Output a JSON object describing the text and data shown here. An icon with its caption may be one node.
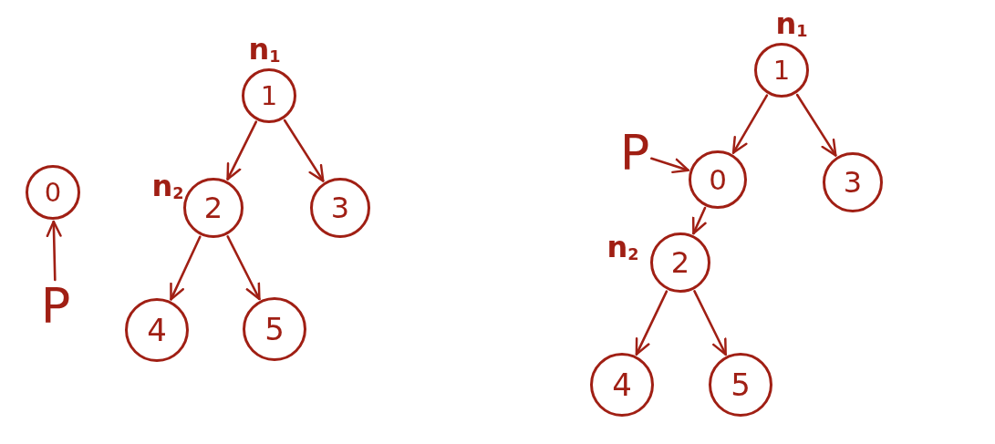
{
  "diagram": {
    "nodes": [
      {
        "text": [
          "0"
        ]
      },
      {
        "text": [
          "P"
        ]
      },
      {
        "text": [
          "1"
        ],
        "beside": [
          "n$_{1}$"
        ]
      },
      {
        "text": [
          "2"
        ],
        "beside": [
          "n$_{2}$"
        ]
      },
      {
        "text": [
          "3"
        ]
      },
      {
        "text": [
          "4"
        ]
      },
      {
        "text": [
          "5"
        ]
      },
      {
        "text": [
          "1"
        ],
        "beside": [
          "n$_{1}$"
        ]
      },
      {
        "text": [
          "P"
        ]
      },
      {
        "text": [
          "0"
        ]
      },
      {
        "text": [
          "3"
        ]
      },
      {
        "text": [
          "2"
        ],
        "beside": [
          "n$_{2}$"
        ]
      },
      {
        "text": [
          "4"
        ]
      },
      {
        "text": [
          "5"
        ]
      }
    ],
    "edges": [
      {
        "from": 1,
        "to": 0,
        "arrow": "to"
      },
      {
        "from": 2,
        "to": 3,
        "arrow": "to"
      },
      {
        "from": 2,
        "to": 4,
        "arrow": "to"
      },
      {
        "from": 3,
        "to": 5,
        "arrow": "to"
      },
      {
        "from": 3,
        "to": 6,
        "arrow": "to"
      },
      {
        "from": 7,
        "to": 9,
        "arrow": "to"
      },
      {
        "from": 7,
        "to": 10,
        "arrow": "to"
      },
      {
        "from": 8,
        "to": 9,
        "arrow": "to"
      },
      {
        "from": 9,
        "to": 11,
        "arrow": "to"
      },
      {
        "from": 11,
        "to": 12,
        "arrow": "to"
      },
      {
        "from": 11,
        "to": 13,
        "arrow": "to"
      }
    ]
  }
}
